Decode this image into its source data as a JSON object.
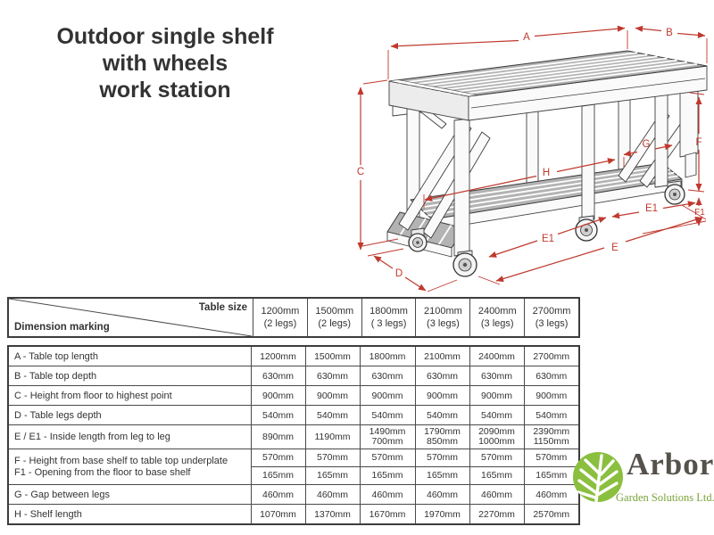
{
  "title": "Outdoor single shelf\nwith wheels\nwork station",
  "dims": {
    "a": "A",
    "b": "B",
    "c": "C",
    "d": "D",
    "e": "E",
    "e1": "E1",
    "f": "F",
    "f1": "F1",
    "g": "G",
    "h": "H"
  },
  "table": {
    "corner": {
      "top": "Table size",
      "bottom": "Dimension marking"
    },
    "columns": [
      {
        "size": "1200mm",
        "legs": "(2 legs)"
      },
      {
        "size": "1500mm",
        "legs": "(2 legs)"
      },
      {
        "size": "1800mm",
        "legs": "( 3 legs)"
      },
      {
        "size": "2100mm",
        "legs": "(3 legs)"
      },
      {
        "size": "2400mm",
        "legs": "(3 legs)"
      },
      {
        "size": "2700mm",
        "legs": "(3 legs)"
      }
    ],
    "rows": [
      {
        "label": "A - Table top length",
        "values": [
          "1200mm",
          "1500mm",
          "1800mm",
          "2100mm",
          "2400mm",
          "2700mm"
        ]
      },
      {
        "label": "B - Table top depth",
        "values": [
          "630mm",
          "630mm",
          "630mm",
          "630mm",
          "630mm",
          "630mm"
        ]
      },
      {
        "label": "C - Height from floor to highest point",
        "values": [
          "900mm",
          "900mm",
          "900mm",
          "900mm",
          "900mm",
          "900mm"
        ]
      },
      {
        "label": "D - Table legs depth",
        "values": [
          "540mm",
          "540mm",
          "540mm",
          "540mm",
          "540mm",
          "540mm"
        ]
      },
      {
        "label": "E / E1 - Inside length from leg to leg",
        "values": [
          "890mm",
          "1190mm",
          "1490mm\n700mm",
          "1790mm\n850mm",
          "2090mm\n1000mm",
          "2390mm\n1150mm"
        ]
      },
      {
        "label": "F - Height from base shelf to table top underplate\nF1 - Opening from the floor to base shelf",
        "values_top": [
          "570mm",
          "570mm",
          "570mm",
          "570mm",
          "570mm",
          "570mm"
        ],
        "values_bottom": [
          "165mm",
          "165mm",
          "165mm",
          "165mm",
          "165mm",
          "165mm"
        ]
      },
      {
        "label": "G - Gap between legs",
        "values": [
          "460mm",
          "460mm",
          "460mm",
          "460mm",
          "460mm",
          "460mm"
        ]
      },
      {
        "label": "H - Shelf length",
        "values": [
          "1070mm",
          "1370mm",
          "1670mm",
          "1970mm",
          "2270mm",
          "2570mm"
        ]
      }
    ]
  },
  "logo": {
    "brand": "Arbor",
    "tagline": "Garden Solutions Ltd."
  },
  "colors": {
    "dimension_red": "#bf392e",
    "logo_green": "#8bbf3f",
    "logo_text": "#55524b"
  }
}
